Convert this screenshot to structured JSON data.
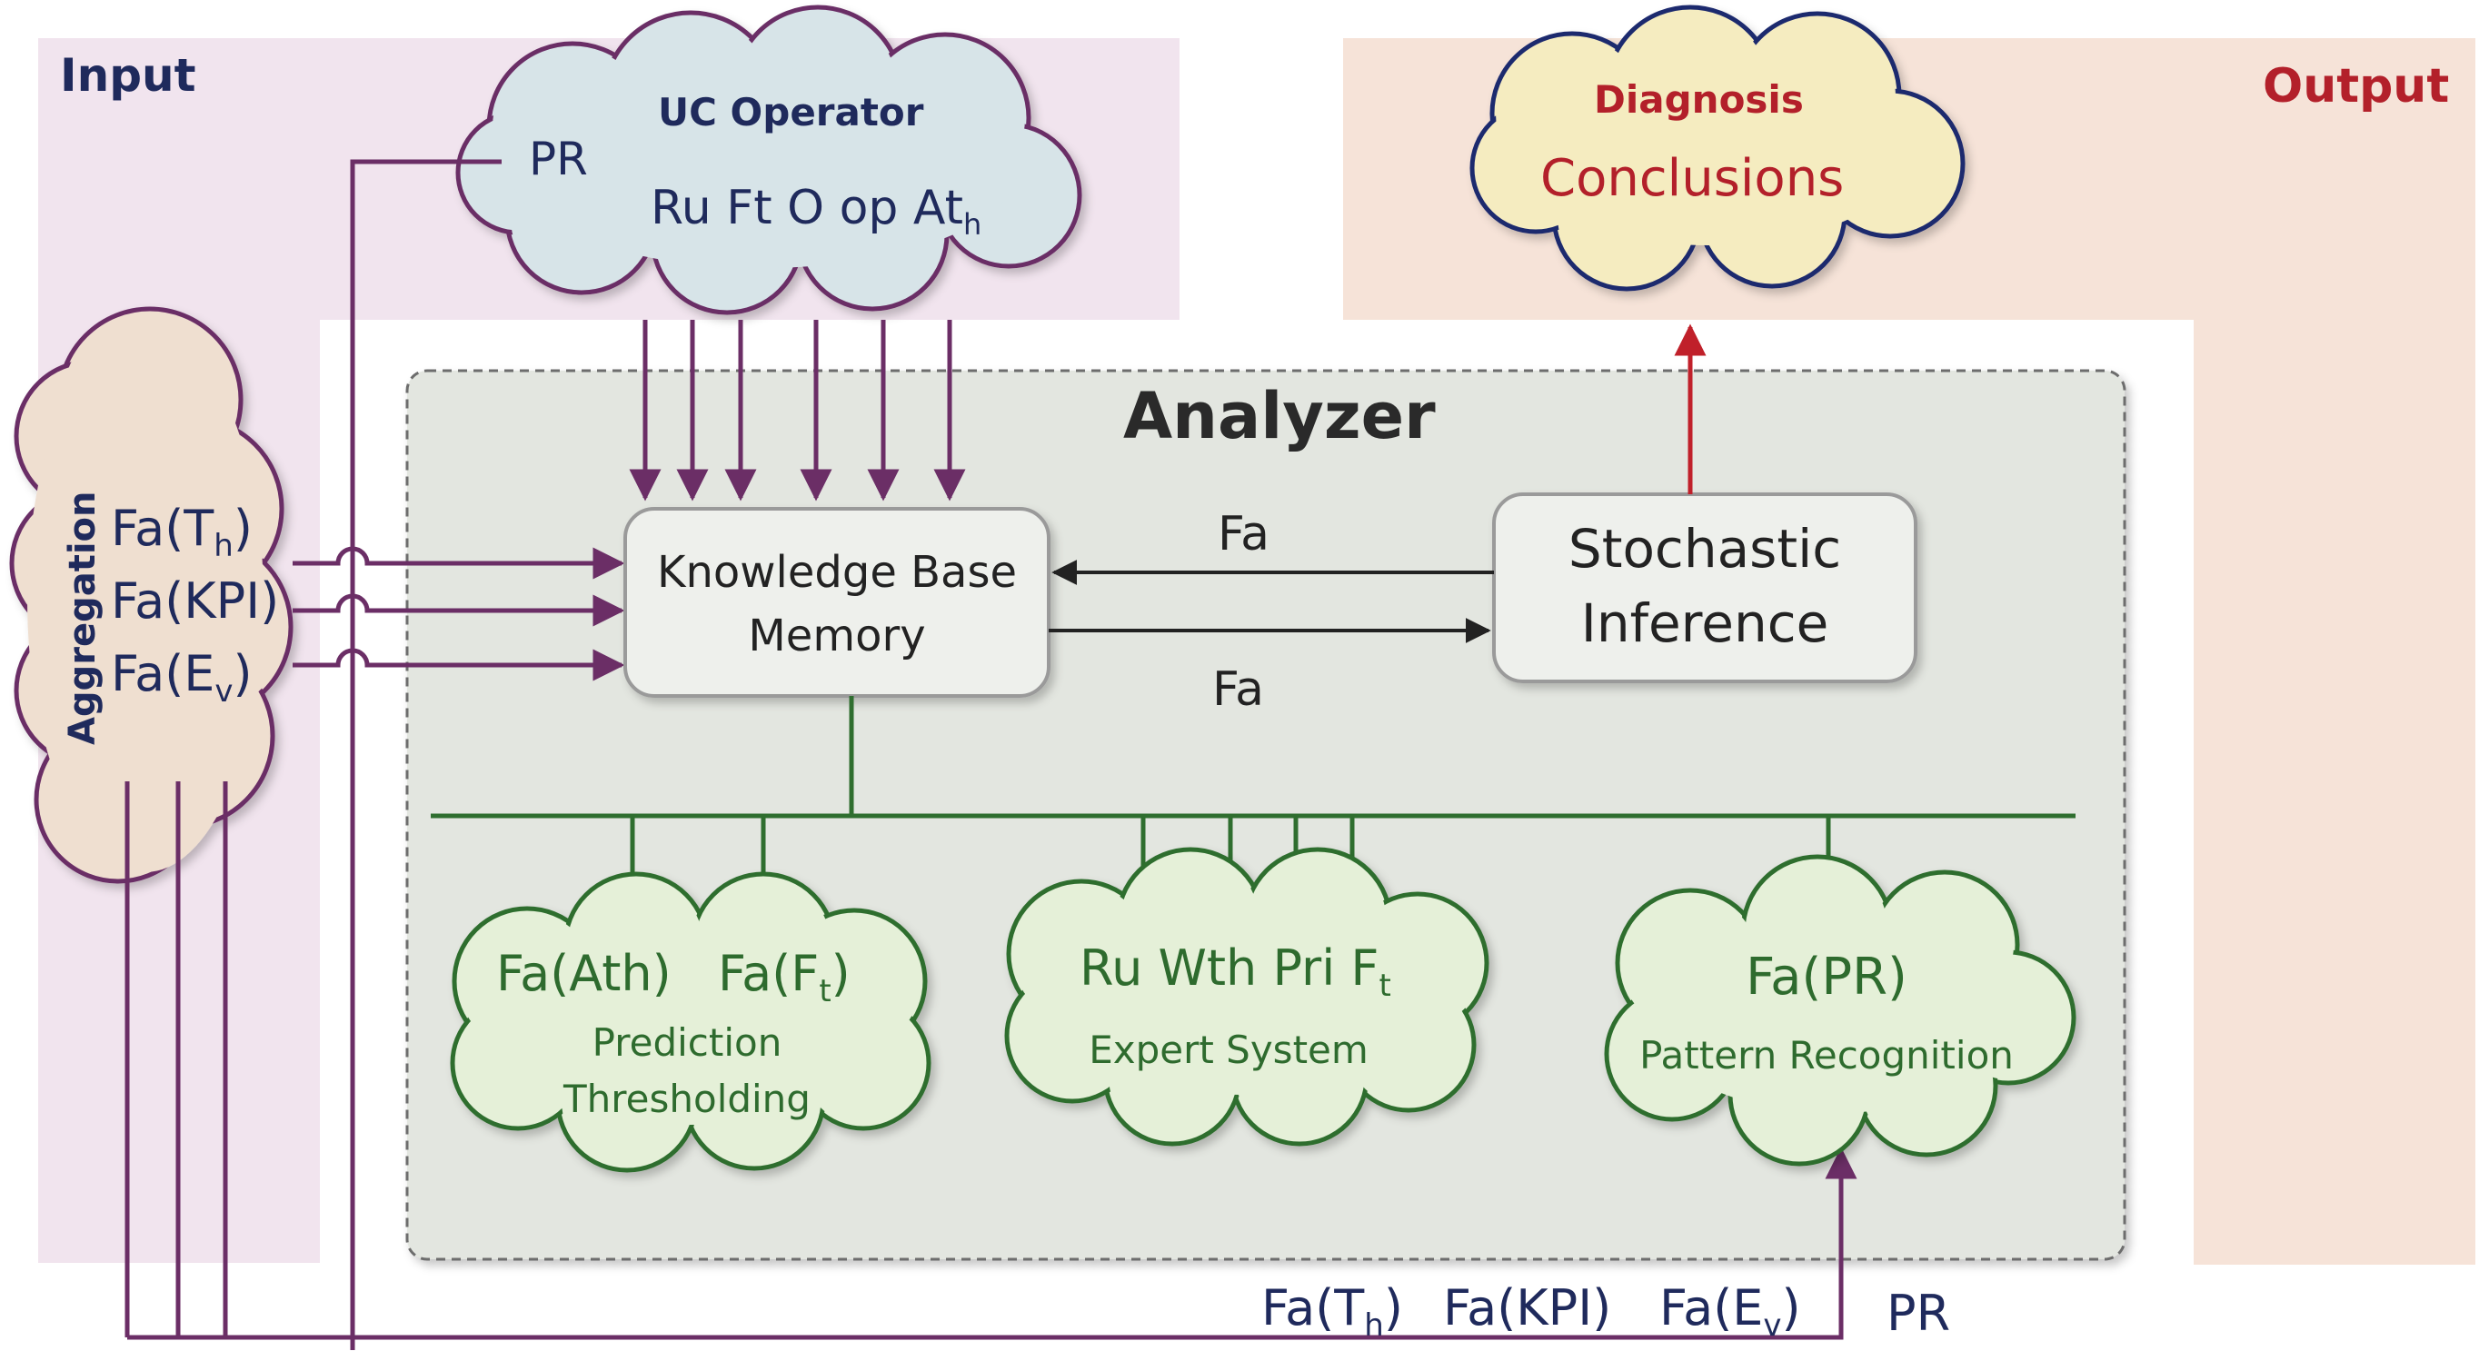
{
  "regions": {
    "input_label": "Input",
    "output_label": "Output",
    "analyzer_label": "Analyzer"
  },
  "uc_operator": {
    "title": "UC Operator",
    "pr": "PR",
    "items": "Ru Ft O op At",
    "items_sub": "h"
  },
  "diagnosis": {
    "title": "Diagnosis",
    "conclusions": "Conclusions"
  },
  "aggregation": {
    "label": "Aggregation",
    "rows": [
      {
        "main": "Fa(T",
        "sub": "h",
        "tail": ")"
      },
      {
        "main": "Fa(KPI)",
        "sub": "",
        "tail": ""
      },
      {
        "main": "Fa(E",
        "sub": "v",
        "tail": ")"
      }
    ]
  },
  "knowledge_base": {
    "line1": "Knowledge Base",
    "line2": "Memory"
  },
  "stochastic": {
    "line1": "Stochastic",
    "line2": "Inference"
  },
  "fa_arrows": {
    "top": "Fa",
    "bottom": "Fa"
  },
  "prediction": {
    "fa_ath": "Fa(Ath)",
    "fa_ft_main": "Fa(F",
    "fa_ft_sub": "t",
    "fa_ft_tail": ")",
    "line1": "Prediction",
    "line2": "Thresholding"
  },
  "expert": {
    "items": "Ru Wth Pri F",
    "items_sub": "t",
    "label": "Expert System"
  },
  "pattern": {
    "fa_pr": "Fa(PR)",
    "label": "Pattern Recognition"
  },
  "bottom_labels": {
    "fa_th_main": "Fa(T",
    "fa_th_sub": "h",
    "fa_th_tail": ")",
    "fa_kpi": "Fa(KPI)",
    "fa_ev_main": "Fa(E",
    "fa_ev_sub": "v",
    "fa_ev_tail": ")",
    "pr": "PR"
  },
  "colors": {
    "input_bg": "#f1e4ee",
    "output_bg": "#f6e3d8",
    "analyzer_bg": "#e3e6e0",
    "purple_line": "#6b2e66",
    "green_line": "#2f6e2f",
    "red_arrow": "#c0202a",
    "navy_text": "#1f2a5c",
    "red_text": "#b3202a",
    "green_cloud": "#e5f0d8",
    "uc_cloud": "#d7e4e8",
    "diag_cloud": "#f5ecc0",
    "agg_cloud": "#efdfd0"
  }
}
